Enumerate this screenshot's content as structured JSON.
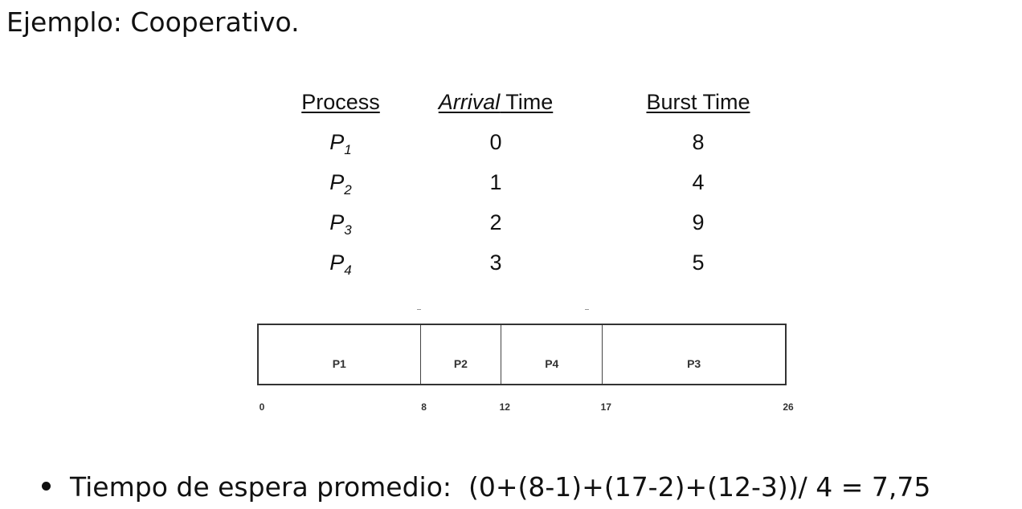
{
  "title": "Ejemplo: Cooperativo.",
  "table": {
    "headers": {
      "process": "Process",
      "arrival_italic": "Arrival",
      "arrival_rest": " Time",
      "burst": "Burst Time"
    },
    "rows": [
      {
        "name": "P",
        "sub": "1",
        "arrival": "0",
        "burst": "8"
      },
      {
        "name": "P",
        "sub": "2",
        "arrival": "1",
        "burst": "4"
      },
      {
        "name": "P",
        "sub": "3",
        "arrival": "2",
        "burst": "9"
      },
      {
        "name": "P",
        "sub": "4",
        "arrival": "3",
        "burst": "5"
      }
    ]
  },
  "chart_data": {
    "type": "bar",
    "segments": [
      {
        "label": "P1",
        "start": 0,
        "end": 8
      },
      {
        "label": "P2",
        "start": 8,
        "end": 12
      },
      {
        "label": "P4",
        "start": 12,
        "end": 17
      },
      {
        "label": "P3",
        "start": 17,
        "end": 26
      }
    ],
    "ticks": [
      "0",
      "8",
      "12",
      "17",
      "26"
    ],
    "xlim": [
      0,
      26
    ]
  },
  "bullet": {
    "label": "Tiempo de espera promedio:",
    "formula": "(0+(8-1)+(17-2)+(12-3))/ 4 = 7,75"
  }
}
